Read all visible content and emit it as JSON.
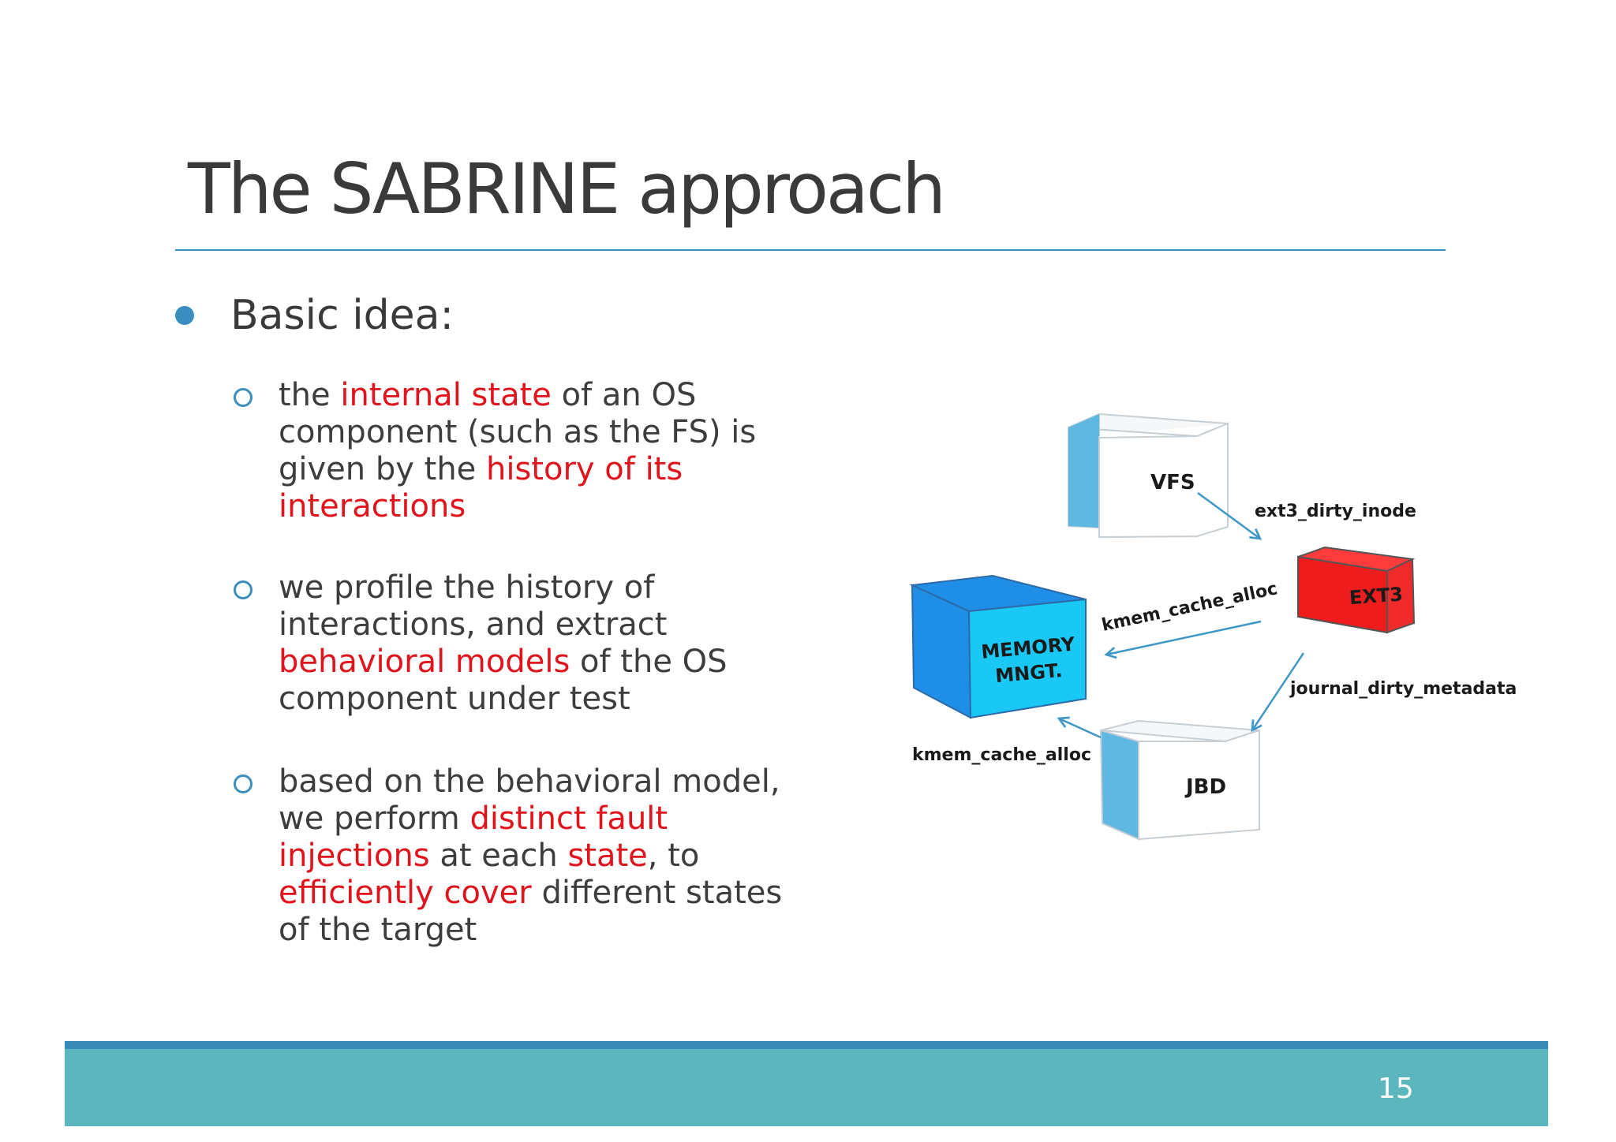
{
  "slide": {
    "title": "The SABRINE approach",
    "page_number": "15"
  },
  "bullet": {
    "label": "Basic idea:"
  },
  "sub_items": [
    {
      "lines": [
        [
          {
            "t": "the "
          },
          {
            "t": "internal state",
            "h": true
          },
          {
            "t": " of an OS"
          }
        ],
        [
          {
            "t": "component (such as the FS) is"
          }
        ],
        [
          {
            "t": "given by the "
          },
          {
            "t": "history of its",
            "h": true
          }
        ],
        [
          {
            "t": "interactions",
            "h": true
          }
        ]
      ]
    },
    {
      "lines": [
        [
          {
            "t": "we profile the history of"
          }
        ],
        [
          {
            "t": "interactions, and extract"
          }
        ],
        [
          {
            "t": "behavioral models",
            "h": true
          },
          {
            "t": " of the OS"
          }
        ],
        [
          {
            "t": "component under test"
          }
        ]
      ]
    },
    {
      "lines": [
        [
          {
            "t": "based on the behavioral model,"
          }
        ],
        [
          {
            "t": "we perform "
          },
          {
            "t": "distinct fault",
            "h": true
          }
        ],
        [
          {
            "t": "injections",
            "h": true
          },
          {
            "t": " at each "
          },
          {
            "t": "state",
            "h": true
          },
          {
            "t": ", to"
          }
        ],
        [
          {
            "t": "efficiently cover",
            "h": true
          },
          {
            "t": " different states"
          }
        ],
        [
          {
            "t": "of the target"
          }
        ]
      ]
    }
  ],
  "diagram": {
    "boxes": {
      "vfs": "VFS",
      "ext3": "EXT3",
      "memory_line1": "MEMORY",
      "memory_line2": "MNGT.",
      "jbd": "JBD"
    },
    "edges": {
      "vfs_to_ext3": "ext3_dirty_inode",
      "ext3_to_memory": "kmem_cache_alloc",
      "ext3_to_jbd": "journal_dirty_metadata",
      "jbd_to_memory": "kmem_cache_alloc"
    },
    "colors": {
      "ext3": "#ee1c1c",
      "memory": "#19c8f4",
      "memory_side": "#1f8ee6",
      "white_box_side": "#5fb8e2",
      "arrow": "#3e97c4"
    }
  }
}
